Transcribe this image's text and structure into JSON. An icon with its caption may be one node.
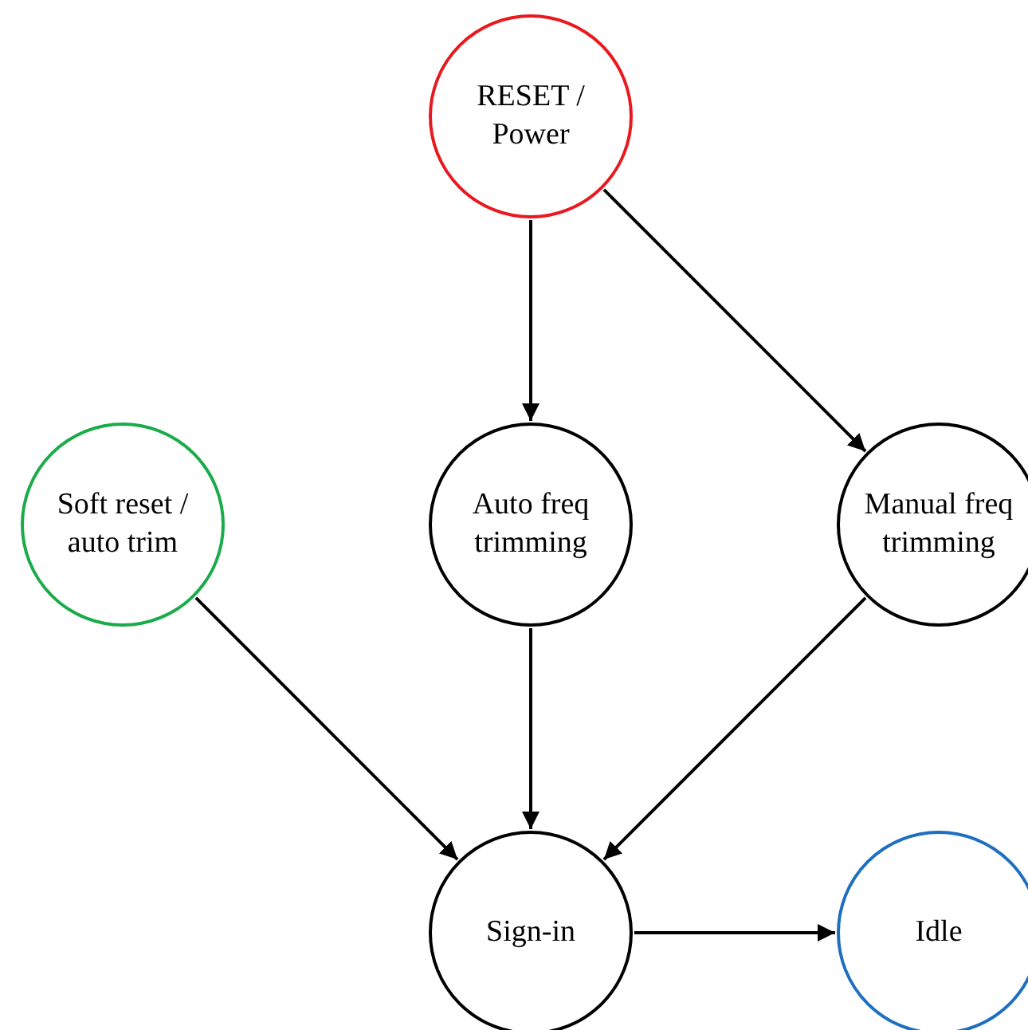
{
  "diagram": {
    "nodes": [
      {
        "text": [
          "RESET / Power"
        ]
      },
      {
        "text": [
          "Soft reset / auto trim"
        ]
      },
      {
        "text": [
          "Auto freq trimming"
        ]
      },
      {
        "text": [
          "Manual freq trimming"
        ]
      },
      {
        "text": [
          "Sign-in"
        ]
      },
      {
        "text": [
          "Idle"
        ]
      }
    ],
    "edges": [
      {
        "from": 0,
        "to": 2,
        "arrow": "to"
      },
      {
        "from": 0,
        "to": 3,
        "arrow": "to"
      },
      {
        "from": 1,
        "to": 4,
        "arrow": "to"
      },
      {
        "from": 2,
        "to": 4,
        "arrow": "to"
      },
      {
        "from": 3,
        "to": 4,
        "arrow": "to"
      },
      {
        "from": 4,
        "to": 5,
        "arrow": "to"
      }
    ]
  }
}
